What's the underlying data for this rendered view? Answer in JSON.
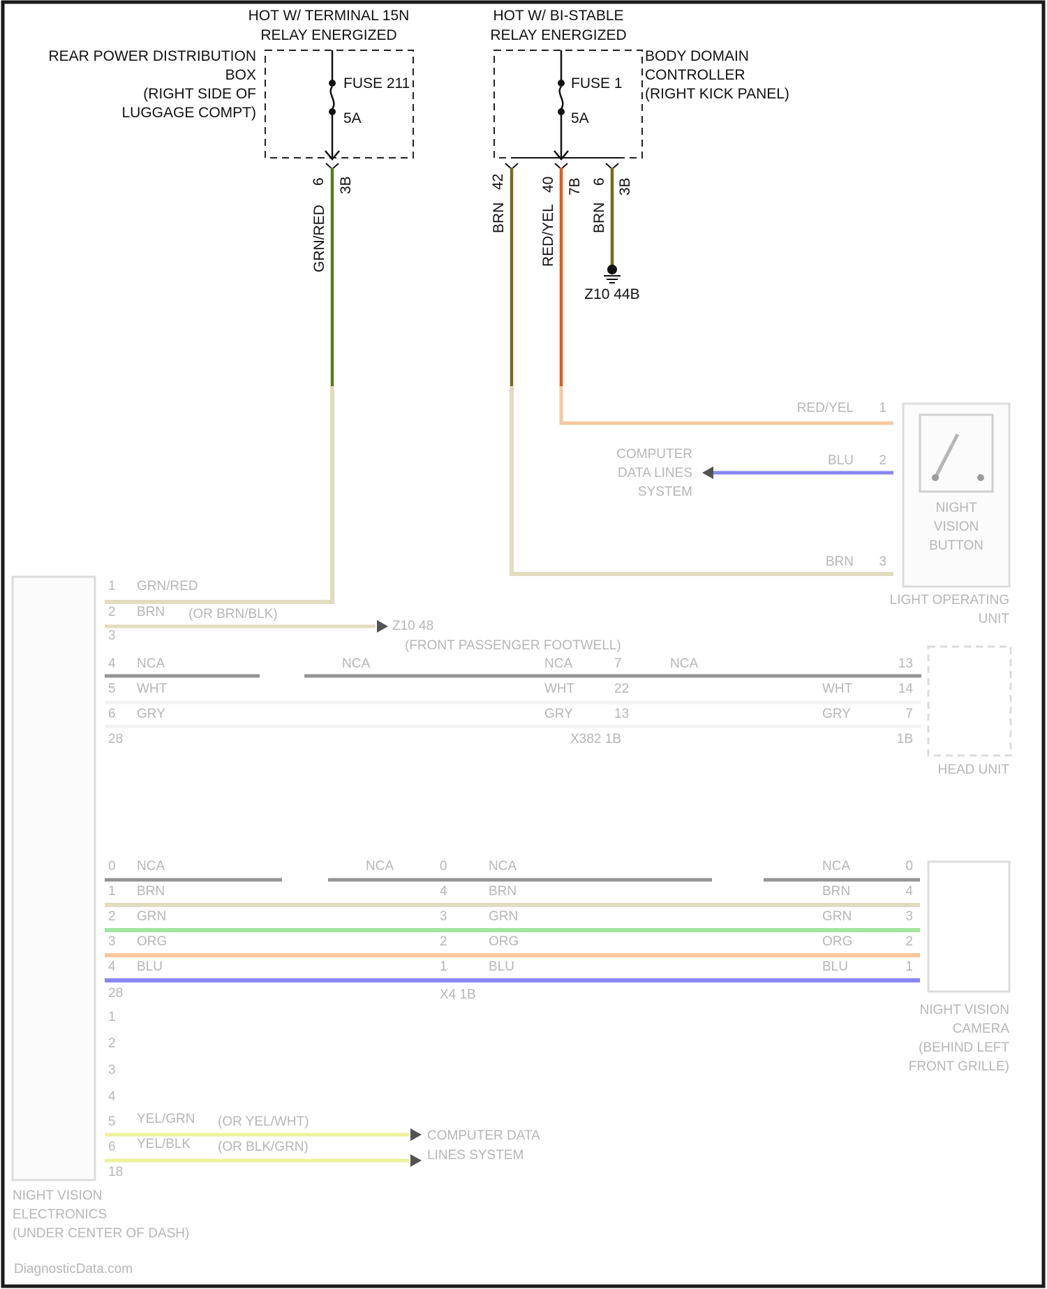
{
  "top": {
    "rpdb": {
      "hot_label_1": "HOT W/ TERMINAL 15N",
      "hot_label_2": "RELAY ENERGIZED",
      "name_lines": [
        "REAR POWER DISTRIBUTION",
        "BOX",
        "(RIGHT SIDE OF",
        "LUGGAGE COMPT)"
      ],
      "fuse_name": "FUSE 211",
      "fuse_rating": "5A",
      "pin": "6",
      "connector": "3B",
      "wire_color": "GRN/RED"
    },
    "bdc": {
      "hot_label_1": "HOT W/ BI-STABLE",
      "hot_label_2": "RELAY ENERGIZED",
      "name_lines": [
        "BODY DOMAIN",
        "CONTROLLER",
        "(RIGHT KICK PANEL)"
      ],
      "fuse_name": "FUSE 1",
      "fuse_rating": "5A",
      "pins": [
        {
          "pin": "42",
          "connector": "",
          "wire": "BRN"
        },
        {
          "pin": "40",
          "connector": "7B",
          "wire": "RED/YEL"
        },
        {
          "pin": "6",
          "connector": "3B",
          "wire": "BRN"
        }
      ],
      "ground": "Z10 44B"
    }
  },
  "light_operating_unit": {
    "label_lines": [
      "LIGHT OPERATING",
      "UNIT"
    ],
    "button_lines": [
      "NIGHT",
      "VISION",
      "BUTTON"
    ],
    "pins": [
      {
        "pin": "1",
        "wire": "RED/YEL"
      },
      {
        "pin": "2",
        "wire": "BLU"
      },
      {
        "pin": "3",
        "wire": "BRN"
      }
    ],
    "data_lines": [
      "COMPUTER",
      "DATA LINES",
      "SYSTEM"
    ]
  },
  "head_unit": {
    "label": "HEAD UNIT",
    "splice_label": "X382 1B",
    "left_pins": [
      "4",
      "5",
      "6",
      "28"
    ],
    "left_wires": [
      "NCA",
      "WHT",
      "GRY"
    ],
    "mid_wires": [
      "NCA",
      "NCA",
      "WHT",
      "GRY"
    ],
    "mid_pins": [
      "7",
      "22",
      "13",
      "1B"
    ],
    "right_wires": [
      "NCA",
      "WHT",
      "GRY"
    ],
    "right_pins": [
      "13",
      "14",
      "7",
      "1B"
    ]
  },
  "camera": {
    "label_lines": [
      "NIGHT VISION",
      "CAMERA",
      "(BEHIND LEFT",
      "FRONT GRILLE)"
    ],
    "splice_label": "X4 1B",
    "left_pins": [
      "0",
      "1",
      "2",
      "3",
      "4",
      "28"
    ],
    "left_wires": [
      "NCA",
      "BRN",
      "GRN",
      "ORG",
      "BLU"
    ],
    "mid_pins": [
      "0",
      "4",
      "3",
      "2",
      "1"
    ],
    "mid_wires": [
      "NCA",
      "NCA",
      "BRN",
      "GRN",
      "ORG",
      "BLU"
    ],
    "right_wires": [
      "NCA",
      "BRN",
      "GRN",
      "ORG",
      "BLU"
    ],
    "right_pins": [
      "0",
      "4",
      "3",
      "2",
      "1"
    ]
  },
  "nve": {
    "label_lines": [
      "NIGHT VISION",
      "ELECTRONICS",
      "(UNDER CENTER OF DASH)"
    ],
    "top_pins": [
      {
        "pin": "1",
        "wire": "GRN/RED",
        "alt": ""
      },
      {
        "pin": "2",
        "wire": "BRN",
        "alt": "(OR BRN/BLK)"
      },
      {
        "pin": "3",
        "wire": "",
        "alt": ""
      }
    ],
    "ground": "Z10 48",
    "ground_location": "(FRONT PASSENGER FOOTWELL)",
    "extra_pins": [
      "1",
      "2",
      "3",
      "4"
    ],
    "bottom_pins": [
      {
        "pin": "5",
        "wire": "YEL/GRN",
        "alt": "(OR YEL/WHT)"
      },
      {
        "pin": "6",
        "wire": "YEL/BLK",
        "alt": "(OR BLK/GRN)"
      },
      {
        "pin": "18",
        "wire": "",
        "alt": ""
      }
    ],
    "data_lines": [
      "COMPUTER DATA",
      "LINES SYSTEM"
    ]
  },
  "footer": "DiagnosticData.com",
  "colors": {
    "grn_red": "#5c7a1f",
    "brn": "#7a6a1c",
    "red_yel": "#e25a1c",
    "blu": "#5a5aef",
    "tan": "#d6cfa8",
    "nca": "#6b6b6b",
    "grn": "#7fdc7f",
    "org": "#f7b27a",
    "yel": "#e6ef7a"
  }
}
